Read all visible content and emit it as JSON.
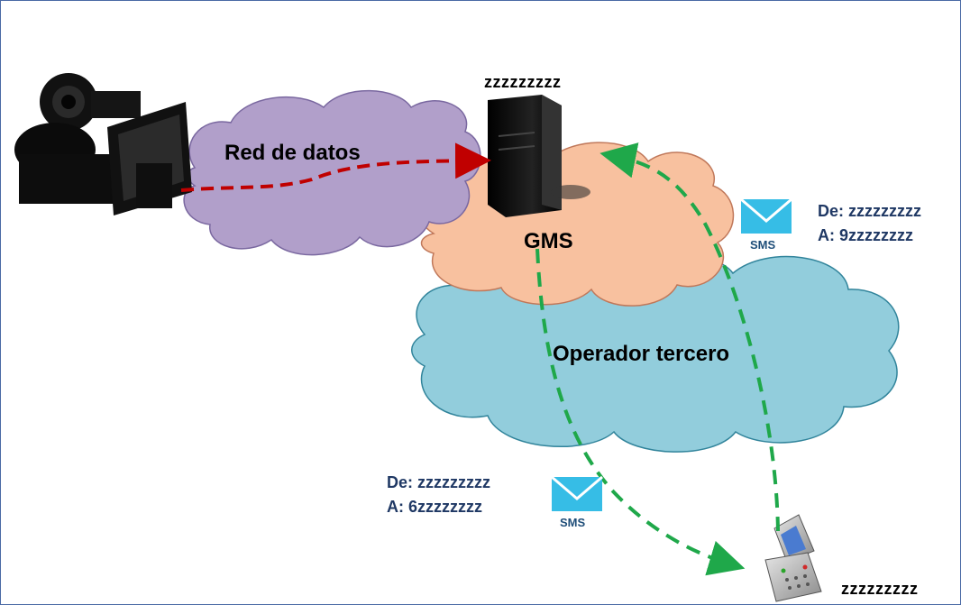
{
  "diagram": {
    "clouds": {
      "data_network": "Red de datos",
      "gms": "GMS",
      "third_party_operator": "Operador tercero"
    },
    "server_caption": "zzzzzzzzz",
    "phone_caption": "zzzzzzzzz",
    "sms_to_phone": {
      "from": "De: zzzzzzzzz",
      "to": "A: 6zzzzzzzz",
      "icon_label": "SMS"
    },
    "sms_from_phone": {
      "from": "De: zzzzzzzzz",
      "to": "A: 9zzzzzzzz",
      "icon_label": "SMS"
    },
    "colors": {
      "frame_border": "#4a6aa5",
      "cloud_data_network": "#b19fca",
      "cloud_gms": "#f8c19f",
      "cloud_operator": "#92cddc",
      "red_path": "#c00000",
      "green_path": "#1fa84a",
      "envelope": "#36bde6",
      "route_text": "#1f3864"
    }
  }
}
